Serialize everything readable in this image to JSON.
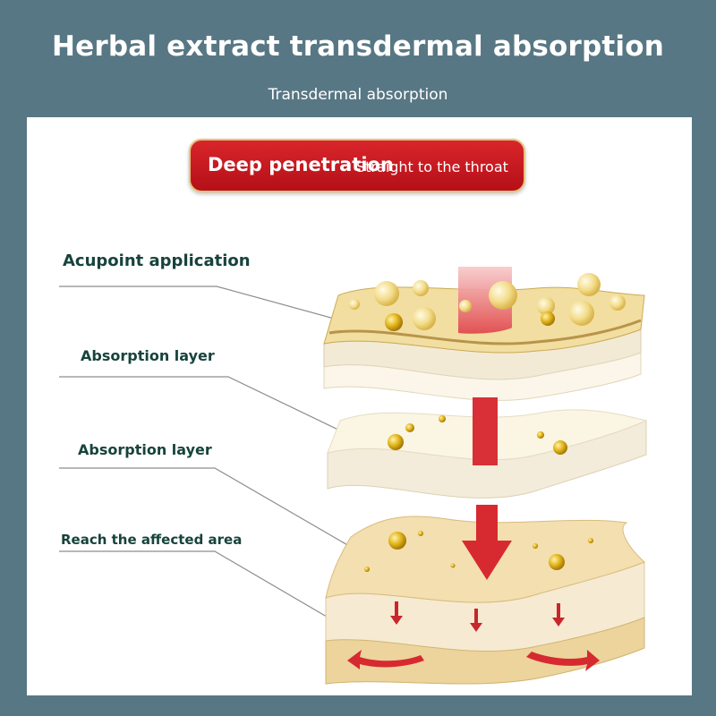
{
  "header": {
    "title": "Herbal extract transdermal absorption",
    "subtitle": "Transdermal absorption"
  },
  "banner": {
    "main": "Deep penetration",
    "sub": "Straight to the throat"
  },
  "labels": {
    "acupoint": "Acupoint application",
    "absorption_1": "Absorption layer",
    "absorption_2": "Absorption layer",
    "affected": "Reach the affected area"
  },
  "colors": {
    "background": "#587784",
    "banner_red": "#c81a21",
    "label_text": "#17433c",
    "arrow_red": "#d62a30"
  }
}
